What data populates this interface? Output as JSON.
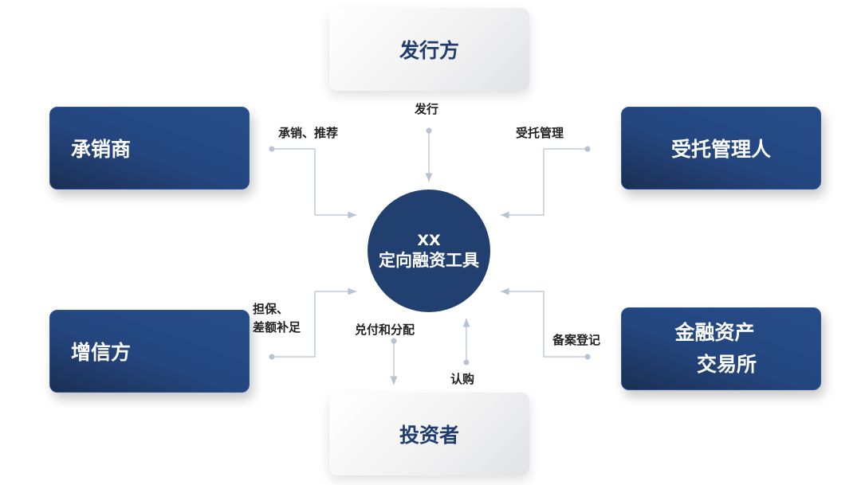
{
  "center": {
    "line1": "XX",
    "line2": "定向融资工具"
  },
  "nodes": {
    "issuer": "发行方",
    "underwriter": "承销商",
    "trustee": "受托管理人",
    "credit_enhancer": "增信方",
    "exchange_line1": "金融资产",
    "exchange_line2": "交易所",
    "investor": "投资者"
  },
  "relations": {
    "issue": "发行",
    "underwrite": "承销、推荐",
    "trustee_mgmt": "受托管理",
    "guarantee_line1": "担保、",
    "guarantee_line2": "差额补足",
    "filing": "备案登记",
    "payment": "兑付和分配",
    "subscribe": "认购"
  },
  "colors": {
    "primary": "#22406f",
    "connector": "#b7c3d3"
  }
}
